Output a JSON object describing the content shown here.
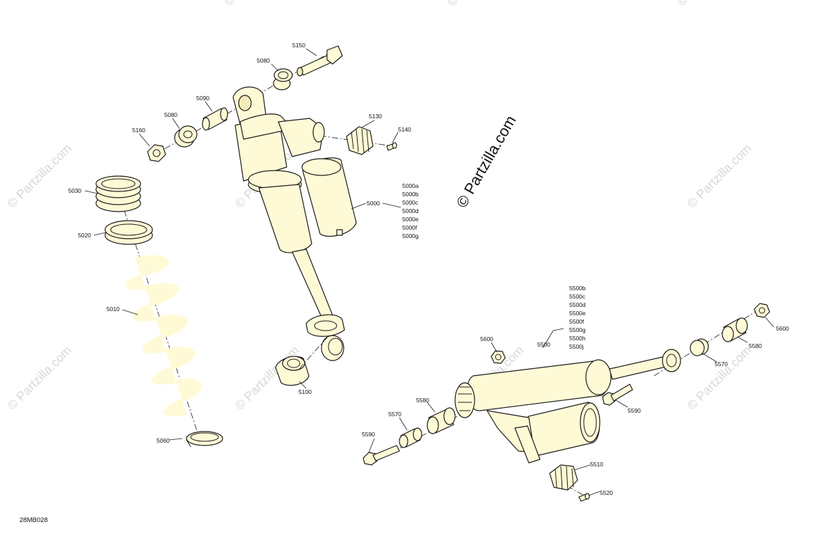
{
  "watermark": {
    "text": "© Partzilla.com",
    "brand_text": "© Partzilla.com"
  },
  "drawing_code": "28MB028",
  "callouts": {
    "c5150": "5150",
    "c5080a": "5080",
    "c5090": "5090",
    "c5080b": "5080",
    "c5160": "5160",
    "c5130": "5130",
    "c5140": "5140",
    "c5030": "5030",
    "c5020": "5020",
    "c5010": "5010",
    "c5060": "5060",
    "c5000": "5000",
    "c5100": "5100",
    "c5600a": "5600",
    "c5500": "5500",
    "c5600b": "5600",
    "c5580a": "5580",
    "c5570a": "5570",
    "c5590a": "5590",
    "c5580b": "5580",
    "c5570b": "5570",
    "c5590b": "5590",
    "c5510": "5510",
    "c5520": "5520"
  },
  "variants_5000": [
    "5000a",
    "5000b",
    "5000c",
    "5000d",
    "5000e",
    "5000f",
    "5000g"
  ],
  "variants_5500": [
    "5500b",
    "5500c",
    "5500d",
    "5500e",
    "5500f",
    "5500g",
    "5500h",
    "5500j"
  ]
}
